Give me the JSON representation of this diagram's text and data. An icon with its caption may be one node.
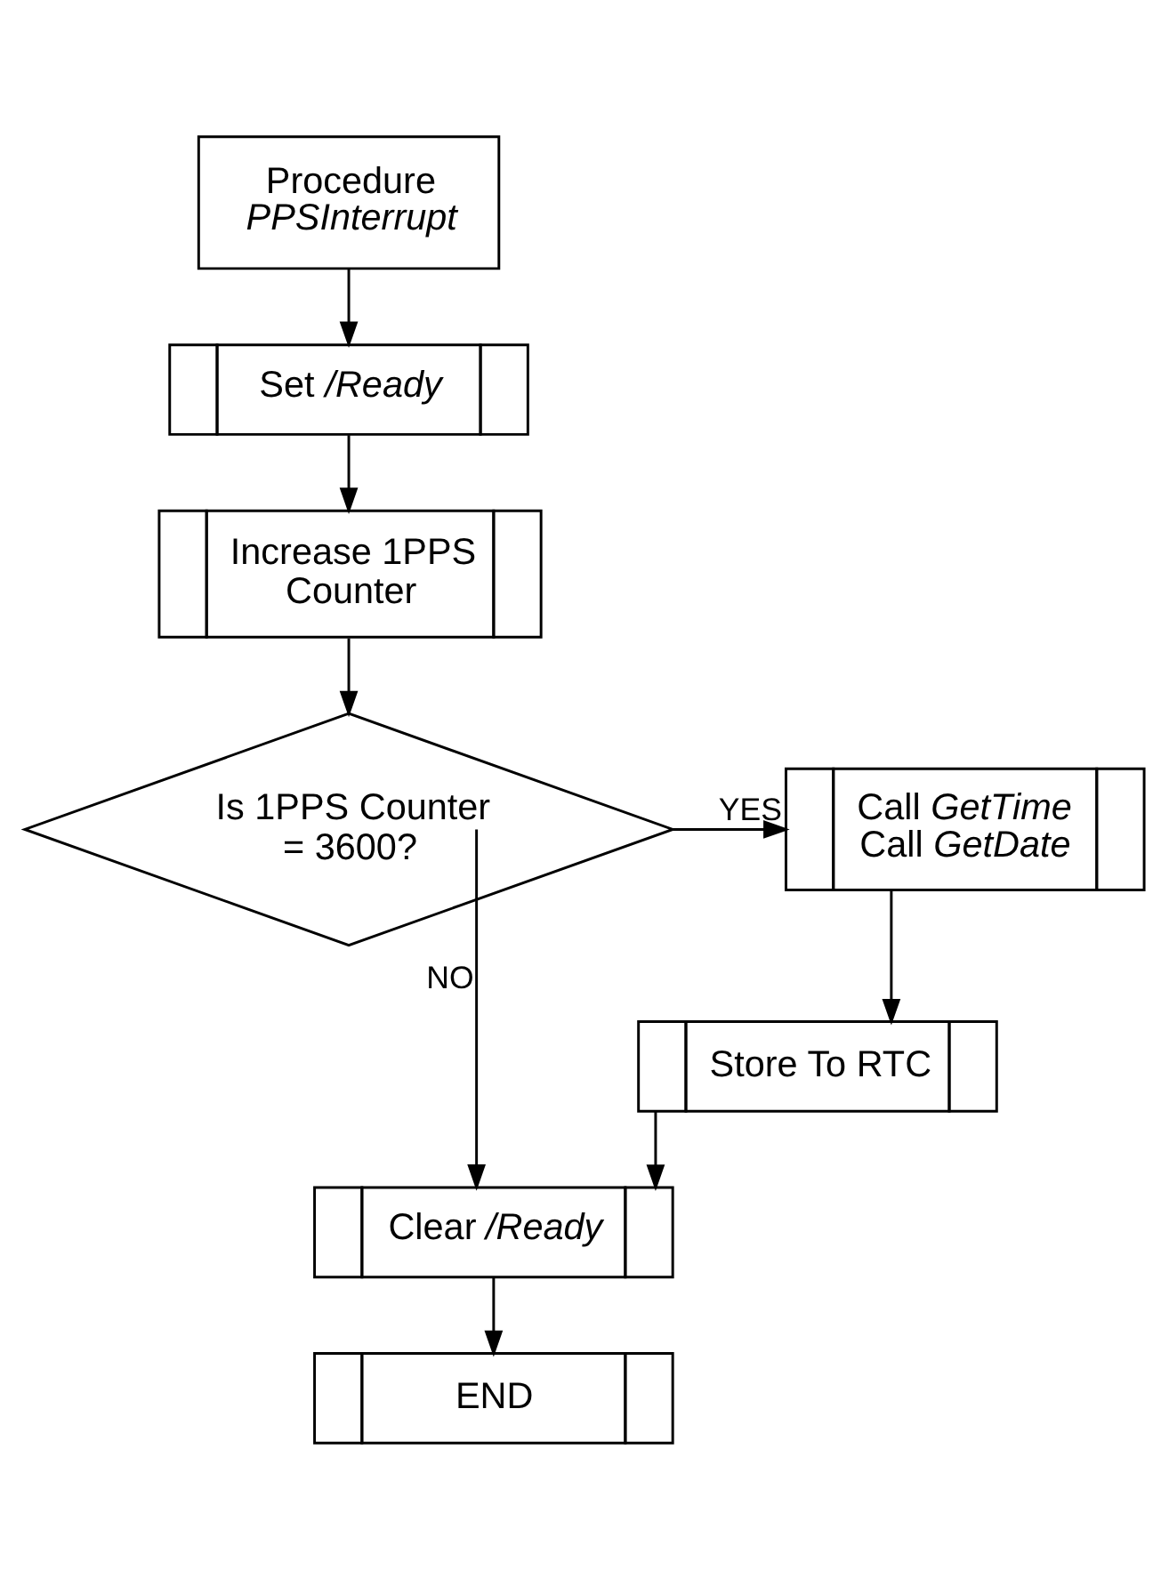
{
  "diagram": {
    "nodes": [
      {
        "text": [
          "Procedure *PPSInterrupt*"
        ]
      },
      {
        "text": [
          "Set */Ready*"
        ]
      },
      {
        "text": [
          "Increase 1PPS Counter"
        ]
      },
      {
        "text": [
          "Is 1PPS Counter = 3600?"
        ]
      },
      {
        "text": [
          "Call *GetTime*",
          "Call *GetDate*"
        ]
      },
      {
        "text": [
          "Store To RTC"
        ]
      },
      {
        "text": [
          "Clear */Ready*"
        ]
      },
      {
        "text": [
          "END"
        ]
      }
    ],
    "edges": [
      {
        "from": 0,
        "to": 1,
        "arrow": "to"
      },
      {
        "from": 1,
        "to": 2,
        "arrow": "to"
      },
      {
        "from": 2,
        "to": 3,
        "arrow": "to"
      },
      {
        "from": 3,
        "to": 4,
        "arrow": "to",
        "label": "YES"
      },
      {
        "from": 4,
        "to": 5,
        "arrow": "to"
      },
      {
        "from": 5,
        "to": 6,
        "arrow": "to"
      },
      {
        "from": 3,
        "to": 6,
        "arrow": "to",
        "label": "NO"
      },
      {
        "from": 6,
        "to": 7,
        "arrow": "to"
      }
    ]
  }
}
